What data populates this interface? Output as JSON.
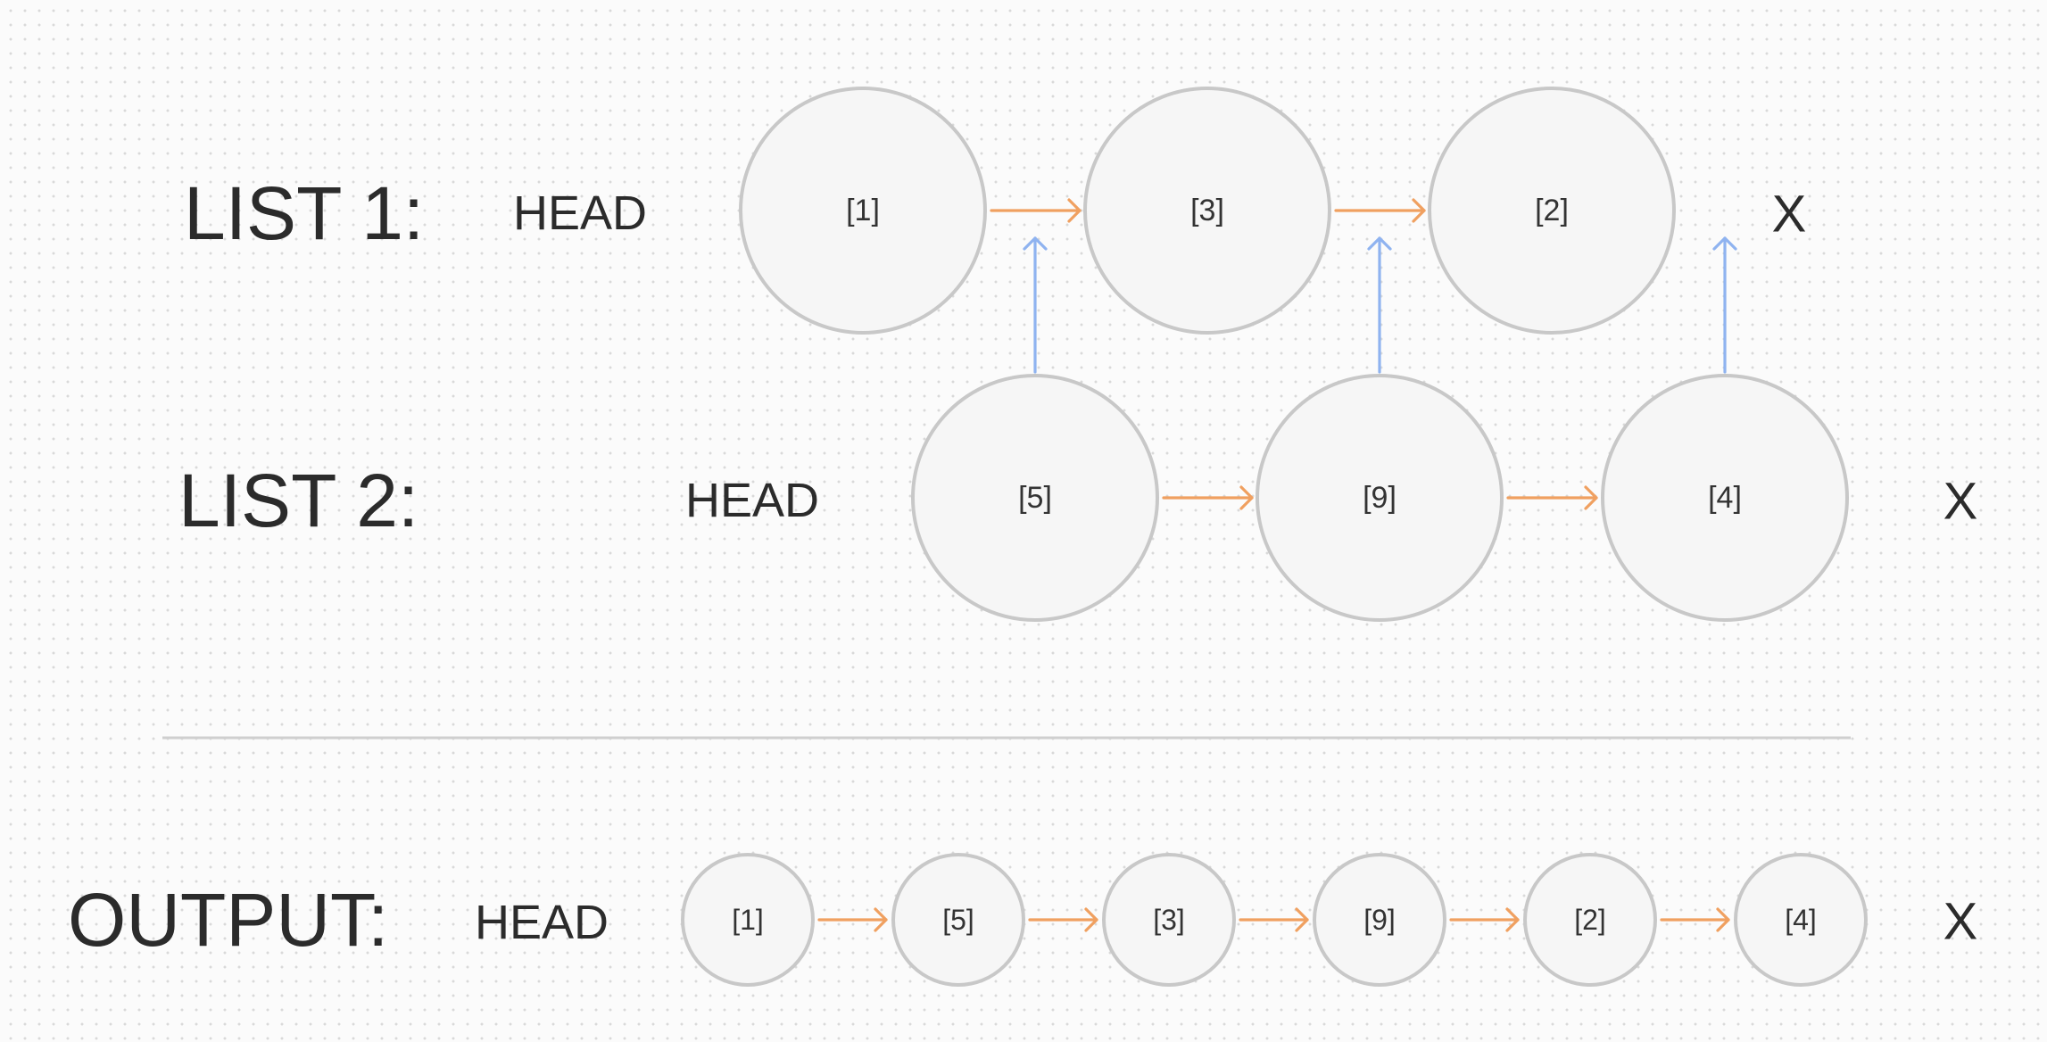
{
  "diagram": {
    "list1": {
      "label": "LIST 1:",
      "head": "HEAD",
      "nodes": [
        "[1]",
        "[3]",
        "[2]"
      ],
      "null": "X"
    },
    "list2": {
      "label": "LIST 2:",
      "head": "HEAD",
      "nodes": [
        "[5]",
        "[9]",
        "[4]"
      ],
      "null": "X"
    },
    "output": {
      "label": "OUTPUT:",
      "head": "HEAD",
      "nodes": [
        "[1]",
        "[5]",
        "[3]",
        "[9]",
        "[2]",
        "[4]"
      ],
      "null": "X"
    }
  },
  "colors": {
    "next_arrow": "#f0a060",
    "merge_arrow": "#8fb3f0",
    "node_fill": "#f6f6f6",
    "node_stroke": "#c8c8c8",
    "divider": "#cfcfcf"
  },
  "icons": {
    "next_pointer": "orange-arrow-right-icon",
    "merge_pointer": "blue-arrow-up-icon"
  }
}
